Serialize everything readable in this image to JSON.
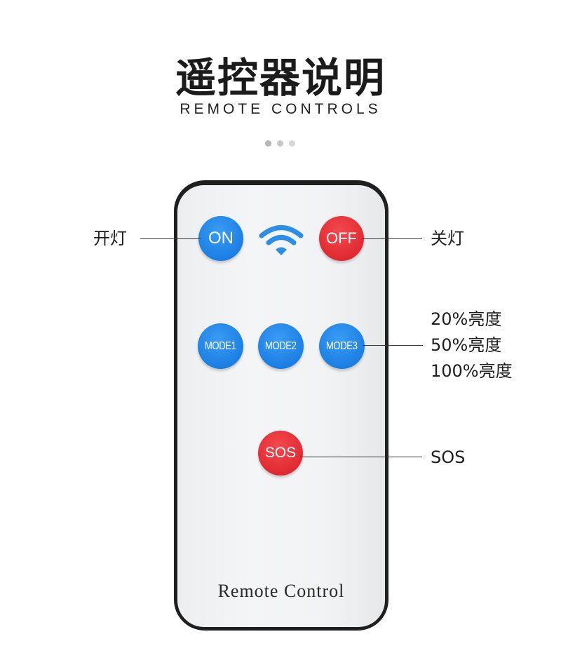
{
  "header": {
    "title": "遥控器说明",
    "subtitle": "REMOTE CONTROLS"
  },
  "remote": {
    "label": "Remote Control",
    "buttons": {
      "on": "ON",
      "off": "OFF",
      "mode1": "MODE1",
      "mode2": "MODE2",
      "mode3": "MODE3",
      "sos": "SOS"
    },
    "signal_icon": "wifi-icon"
  },
  "annotations": {
    "on": "开灯",
    "off": "关灯",
    "mode_levels": [
      "20%亮度",
      "50%亮度",
      "100%亮度"
    ],
    "sos": "SOS"
  },
  "colors": {
    "blue_button": "#1c7fe3",
    "red_button": "#e12a31",
    "remote_body": "#f2f3f4",
    "remote_border": "#1f1f1f"
  }
}
